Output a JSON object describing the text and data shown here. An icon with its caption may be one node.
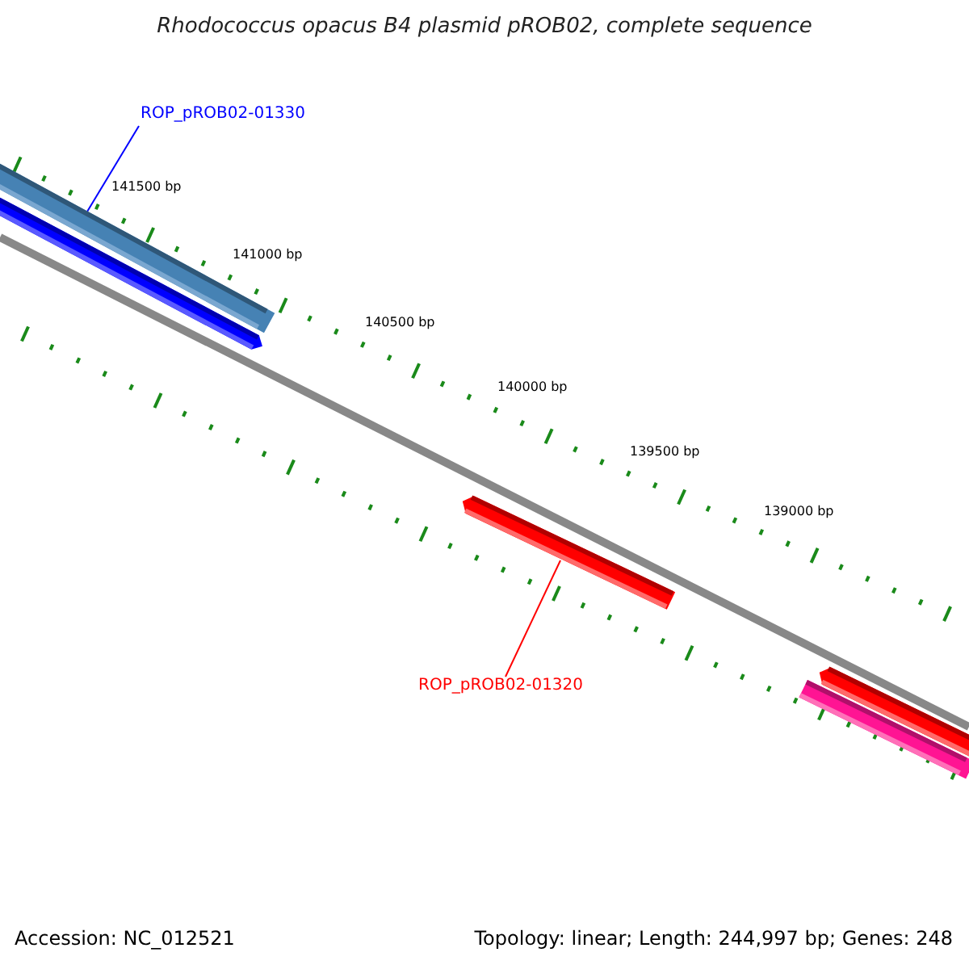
{
  "diagram": {
    "title": "Rhodococcus opacus B4 plasmid pROB02, complete sequence",
    "nodes": [
      {
        "text": [
          "ROP_pROB02-01330"
        ]
      },
      {
        "text": [],
        "shape": "bar"
      },
      {
        "text": [],
        "shape": "bar"
      },
      {
        "text": [],
        "shape": "bar"
      },
      {
        "text": [
          "ROP_pROB02-01320"
        ]
      },
      {
        "text": [],
        "shape": "bar"
      },
      {
        "text": [],
        "shape": "bar"
      }
    ],
    "edges": [
      {
        "from": 0,
        "to": 1,
        "arrow": "none",
        "color": "#0000ff"
      },
      {
        "from": 4,
        "to": 3,
        "arrow": "none",
        "color": "#ff0000"
      }
    ],
    "labels": [
      "141500 bp",
      "141000 bp",
      "140500 bp",
      "140000 bp",
      "139500 bp",
      "139000 bp",
      "Accession: NC_012521",
      "Topology: linear; Length: 244,997 bp; Genes: 248"
    ]
  }
}
